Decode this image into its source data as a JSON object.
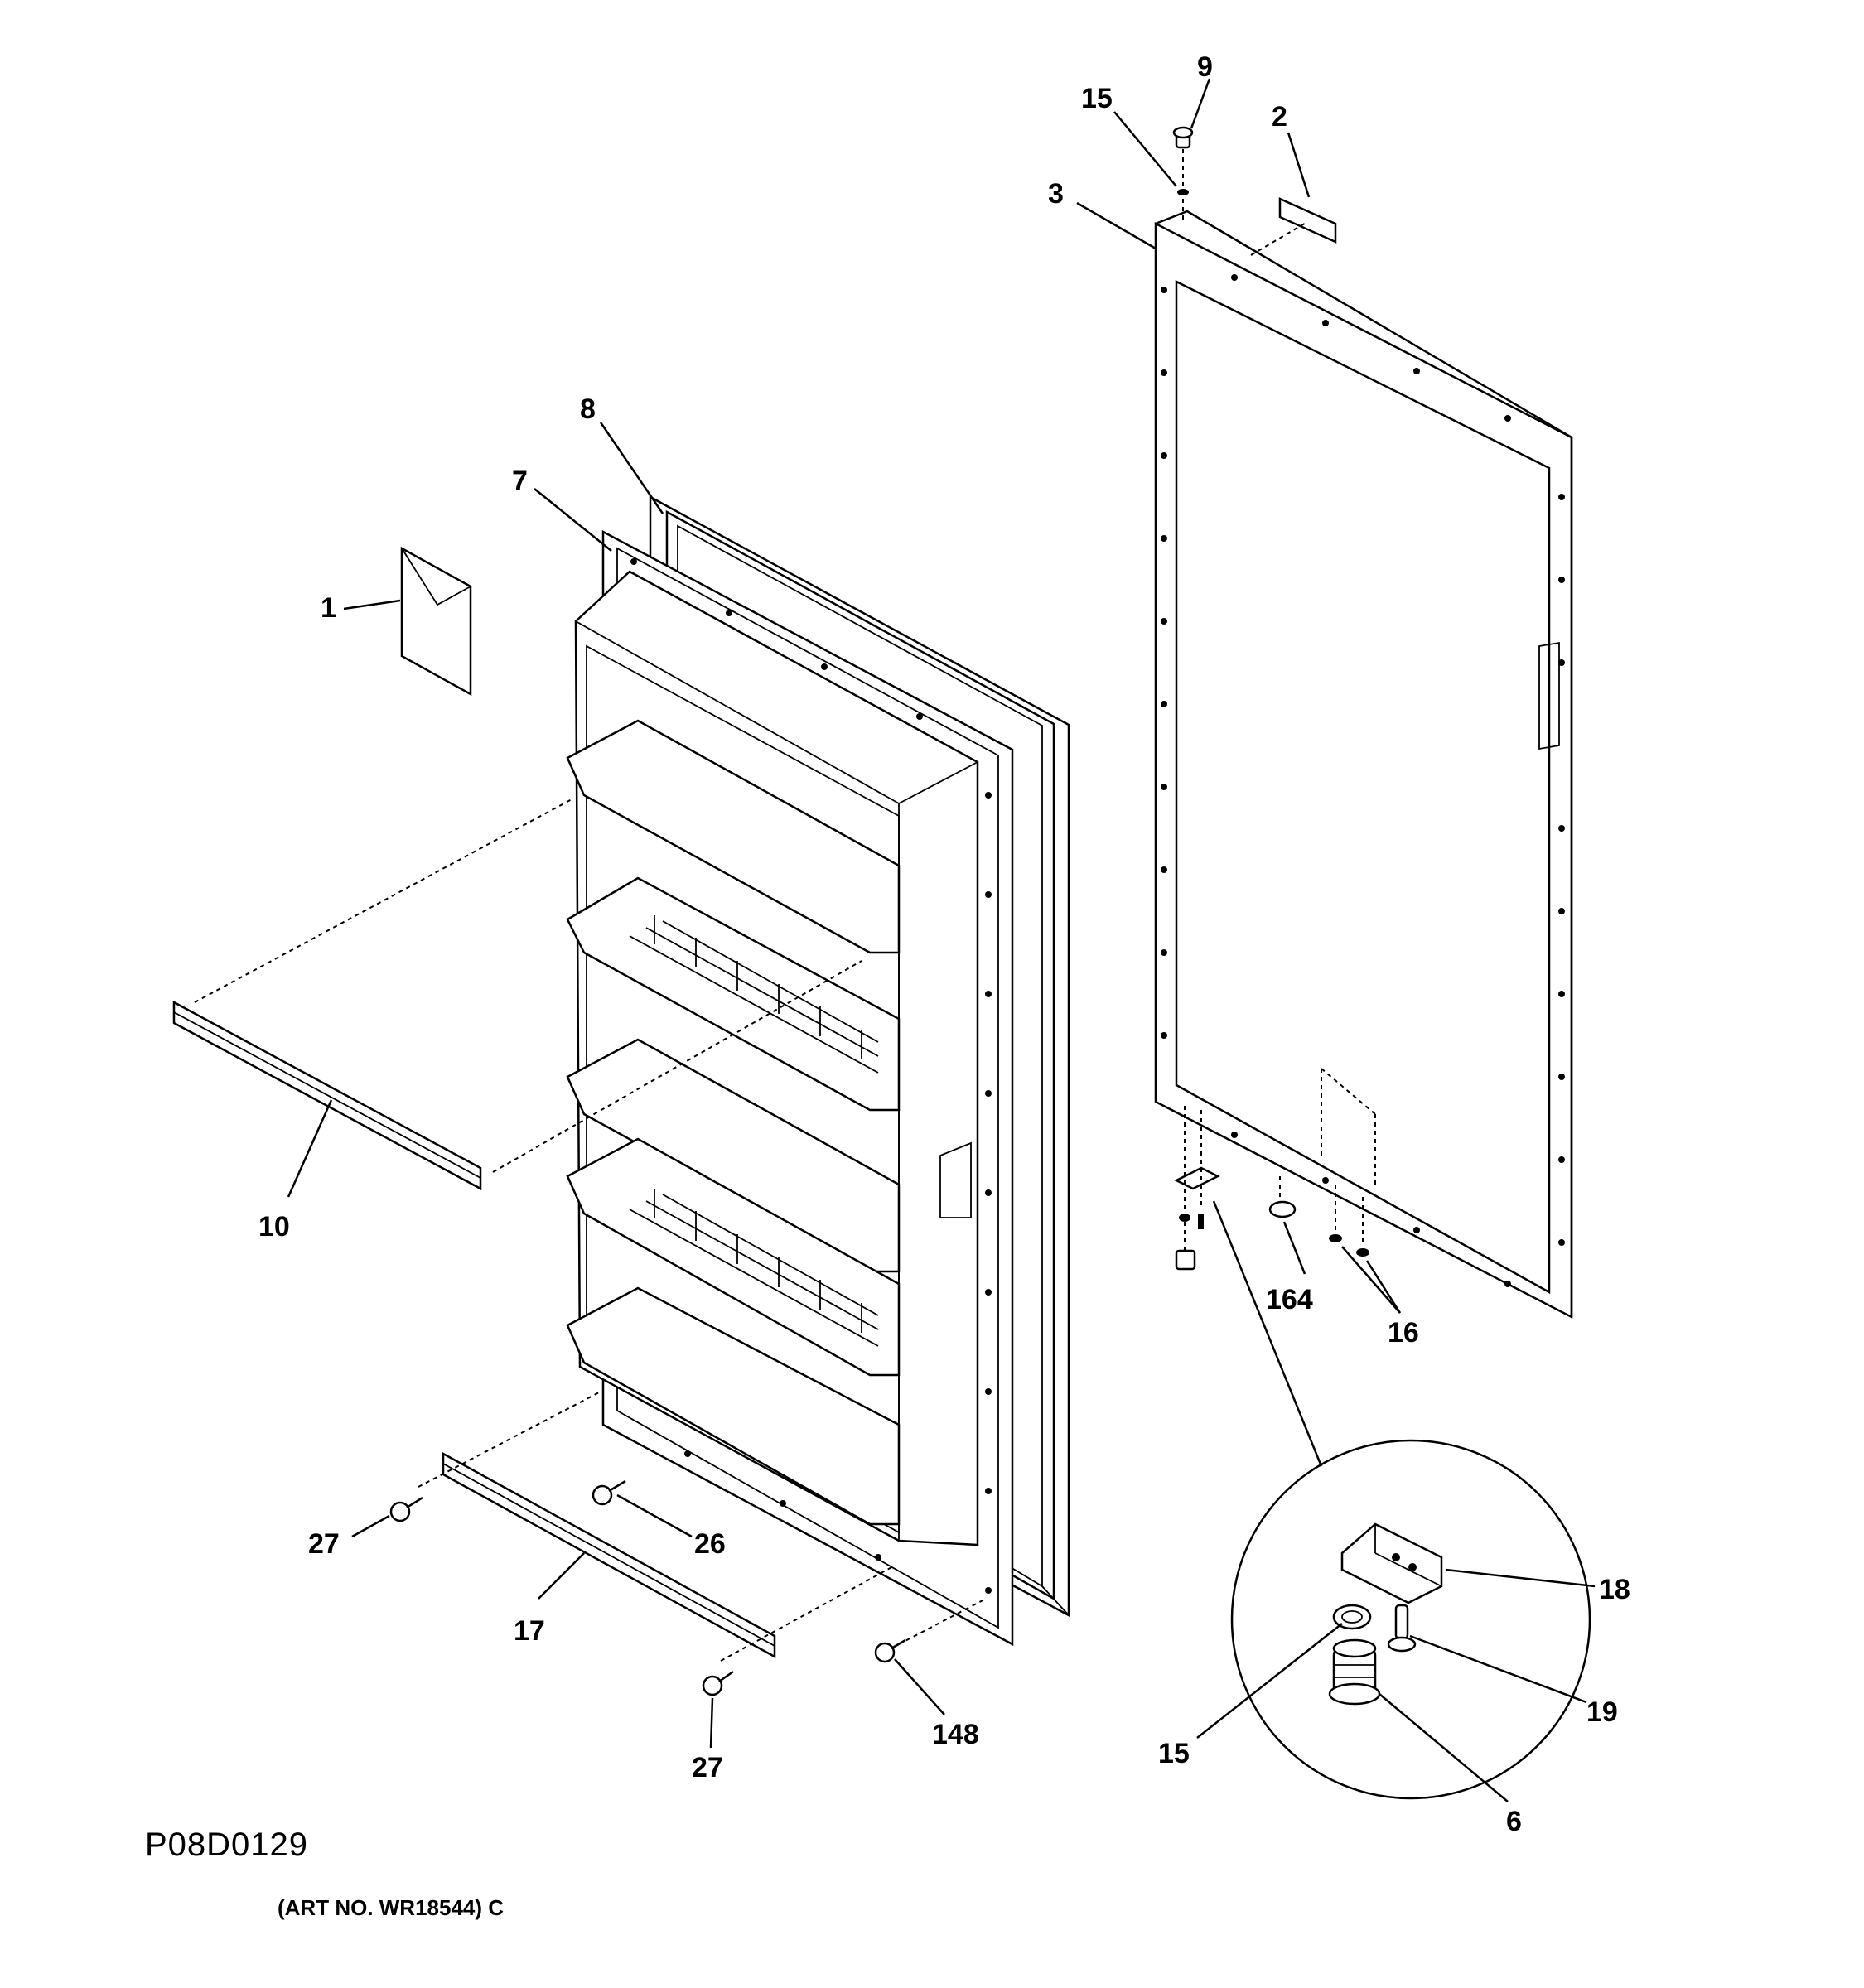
{
  "diagram": {
    "code": "P08D0129",
    "art_no": "(ART NO. WR18544) C",
    "callouts": {
      "c1": "1",
      "c2": "2",
      "c3": "3",
      "c6": "6",
      "c7": "7",
      "c8": "8",
      "c9": "9",
      "c10": "10",
      "c15a": "15",
      "c15b": "15",
      "c16": "16",
      "c17": "17",
      "c18": "18",
      "c19": "19",
      "c26": "26",
      "c27a": "27",
      "c27b": "27",
      "c148": "148",
      "c164": "164"
    }
  }
}
